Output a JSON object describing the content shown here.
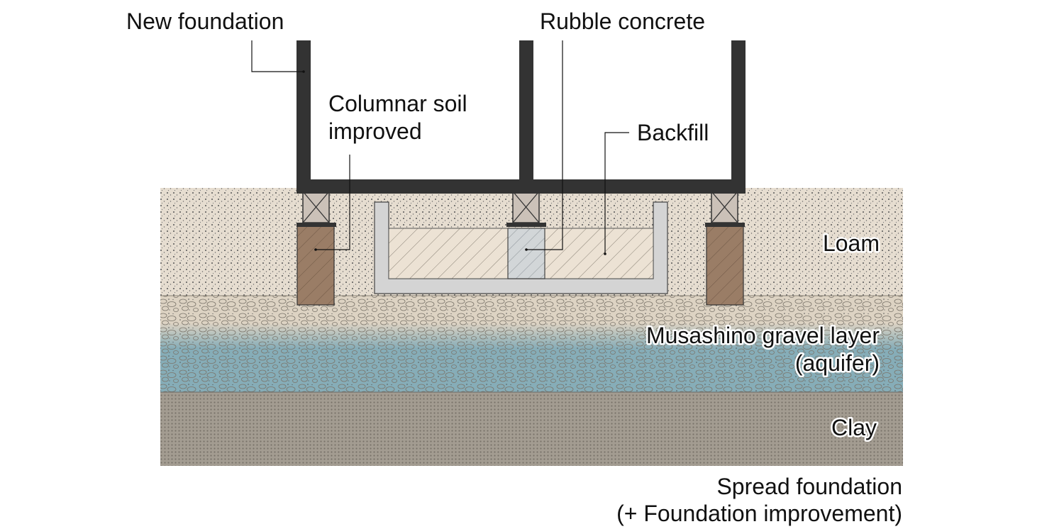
{
  "labels": {
    "new_foundation": "New foundation",
    "rubble_concrete": "Rubble concrete",
    "columnar_soil": [
      "Columnar soil",
      "improved"
    ],
    "backfill": "Backfill",
    "loam": "Loam",
    "gravel": [
      "Musashino gravel layer",
      "(aquifer)"
    ],
    "clay": "Clay",
    "caption": [
      "Spread foundation",
      "(+ Foundation improvement)"
    ]
  },
  "colors": {
    "loam": "#e6ddd0",
    "gravel_top": "#ddd3c3",
    "aquifer": "#86adb8",
    "clay": "#a39c91",
    "foundation": "#333333",
    "pile": "#9a7d66",
    "pile_cap": "#cbc1b8",
    "trench": "#d4d4d4",
    "backfill": "#ece2d4",
    "rubble": "#d2d6d8"
  }
}
